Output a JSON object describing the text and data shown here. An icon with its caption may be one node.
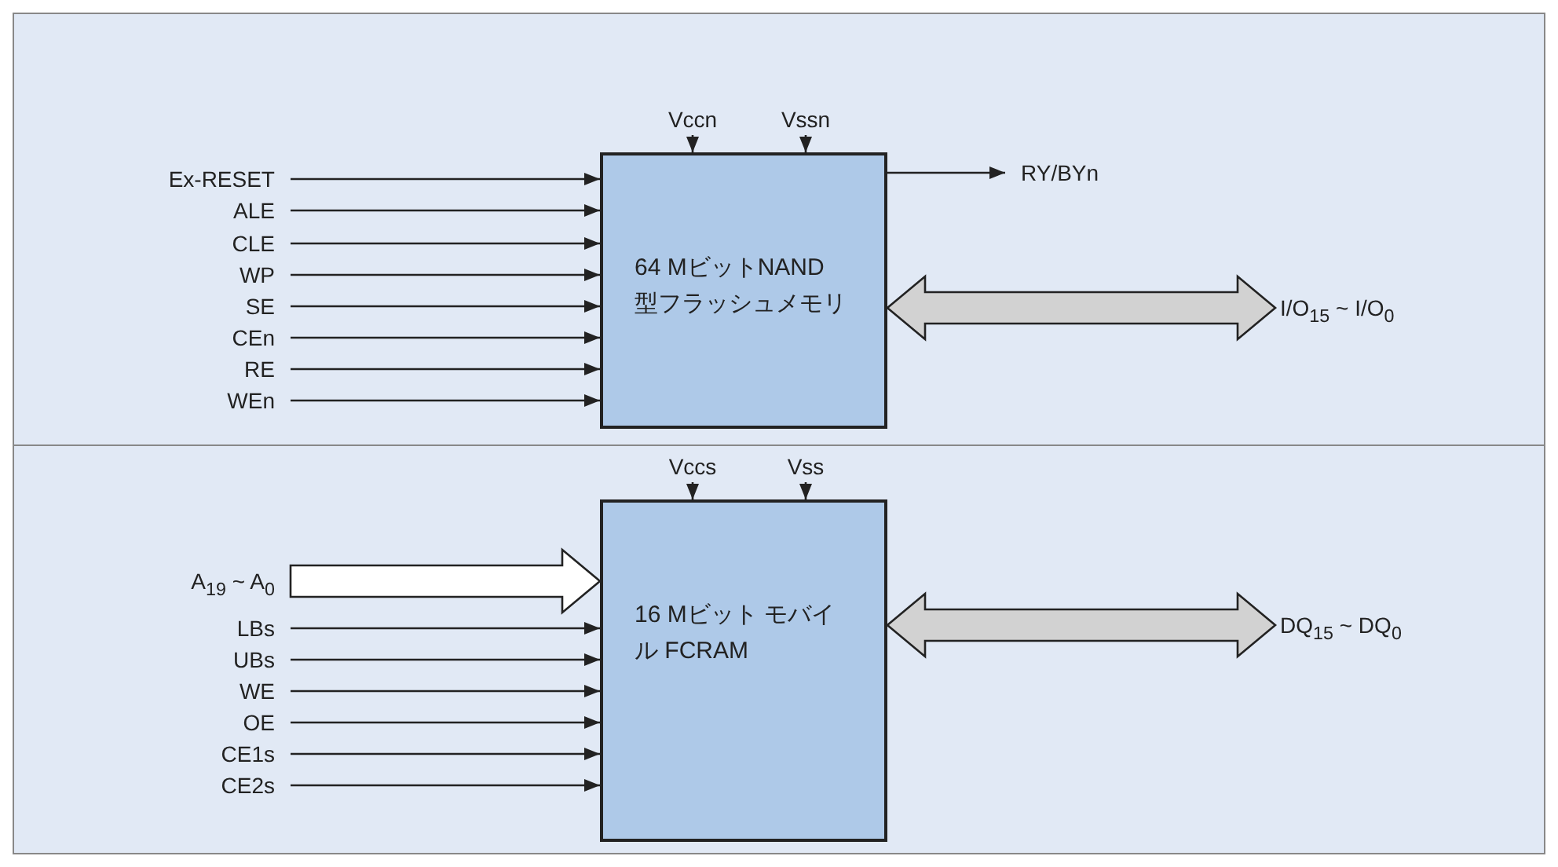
{
  "diagram": {
    "nodes": [
      {
        "text": [
          "64 MビットNAND 型フラッシュメモリ"
        ]
      },
      {
        "text": [
          "16 Mビット モバイル FCRAM"
        ]
      },
      {
        "text": [
          "Ex-RESET"
        ]
      },
      {
        "text": [
          "ALE"
        ]
      },
      {
        "text": [
          "CLE"
        ]
      },
      {
        "text": [
          "WP"
        ]
      },
      {
        "text": [
          "SE"
        ]
      },
      {
        "text": [
          "CEn"
        ]
      },
      {
        "text": [
          "RE"
        ]
      },
      {
        "text": [
          "WEn"
        ]
      },
      {
        "text": [
          "Vccn"
        ]
      },
      {
        "text": [
          "Vssn"
        ]
      },
      {
        "text": [
          "RY/BYn"
        ]
      },
      {
        "text": [
          "I/O$_{15}$ ~ I/O$_{0}$"
        ]
      },
      {
        "text": [
          "A$_{19}$ ~ A$_{0}$"
        ]
      },
      {
        "text": [
          "LBs"
        ]
      },
      {
        "text": [
          "UBs"
        ]
      },
      {
        "text": [
          "WE"
        ]
      },
      {
        "text": [
          "OE"
        ]
      },
      {
        "text": [
          "CE1s"
        ]
      },
      {
        "text": [
          "CE2s"
        ]
      },
      {
        "text": [
          "Vccs"
        ]
      },
      {
        "text": [
          "Vss"
        ]
      },
      {
        "text": [
          "DQ$_{15}$ ~ DQ$_{0}$"
        ]
      }
    ],
    "edges": [
      {
        "from": 2,
        "to": 0,
        "arrow": "to"
      },
      {
        "from": 3,
        "to": 0,
        "arrow": "to"
      },
      {
        "from": 4,
        "to": 0,
        "arrow": "to"
      },
      {
        "from": 5,
        "to": 0,
        "arrow": "to"
      },
      {
        "from": 6,
        "to": 0,
        "arrow": "to"
      },
      {
        "from": 7,
        "to": 0,
        "arrow": "to"
      },
      {
        "from": 8,
        "to": 0,
        "arrow": "to"
      },
      {
        "from": 9,
        "to": 0,
        "arrow": "to"
      },
      {
        "from": 10,
        "to": 0,
        "arrow": "to"
      },
      {
        "from": 11,
        "to": 0,
        "arrow": "to"
      },
      {
        "from": 0,
        "to": 12,
        "arrow": "to"
      },
      {
        "from": 0,
        "to": 13,
        "arrow": "both",
        "style": "thick"
      },
      {
        "from": 14,
        "to": 1,
        "arrow": "to",
        "style": "thick"
      },
      {
        "from": 15,
        "to": 1,
        "arrow": "to"
      },
      {
        "from": 16,
        "to": 1,
        "arrow": "to"
      },
      {
        "from": 17,
        "to": 1,
        "arrow": "to"
      },
      {
        "from": 18,
        "to": 1,
        "arrow": "to"
      },
      {
        "from": 19,
        "to": 1,
        "arrow": "to"
      },
      {
        "from": 20,
        "to": 1,
        "arrow": "to"
      },
      {
        "from": 21,
        "to": 1,
        "arrow": "to"
      },
      {
        "from": 22,
        "to": 1,
        "arrow": "to"
      },
      {
        "from": 1,
        "to": 23,
        "arrow": "both",
        "style": "thick"
      }
    ]
  }
}
